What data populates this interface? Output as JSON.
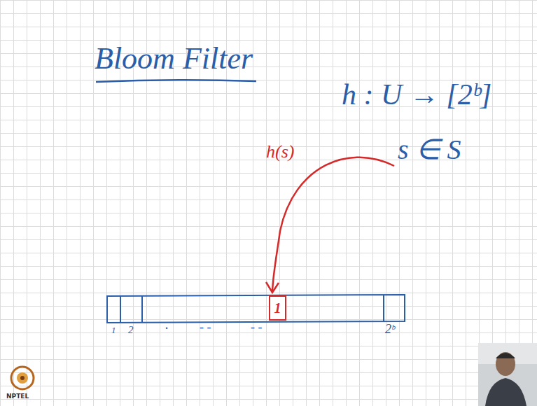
{
  "diagram": {
    "title": "Bloom Filter",
    "nodes": [
      {
        "text": [
          "1"
        ]
      }
    ],
    "labels": [
      "h : U → [2ᵇ]",
      "h(s)",
      "s ∈ S",
      "1",
      "2",
      ".",
      "- -",
      "- -",
      "2ᵇ",
      "NPTEL"
    ]
  }
}
